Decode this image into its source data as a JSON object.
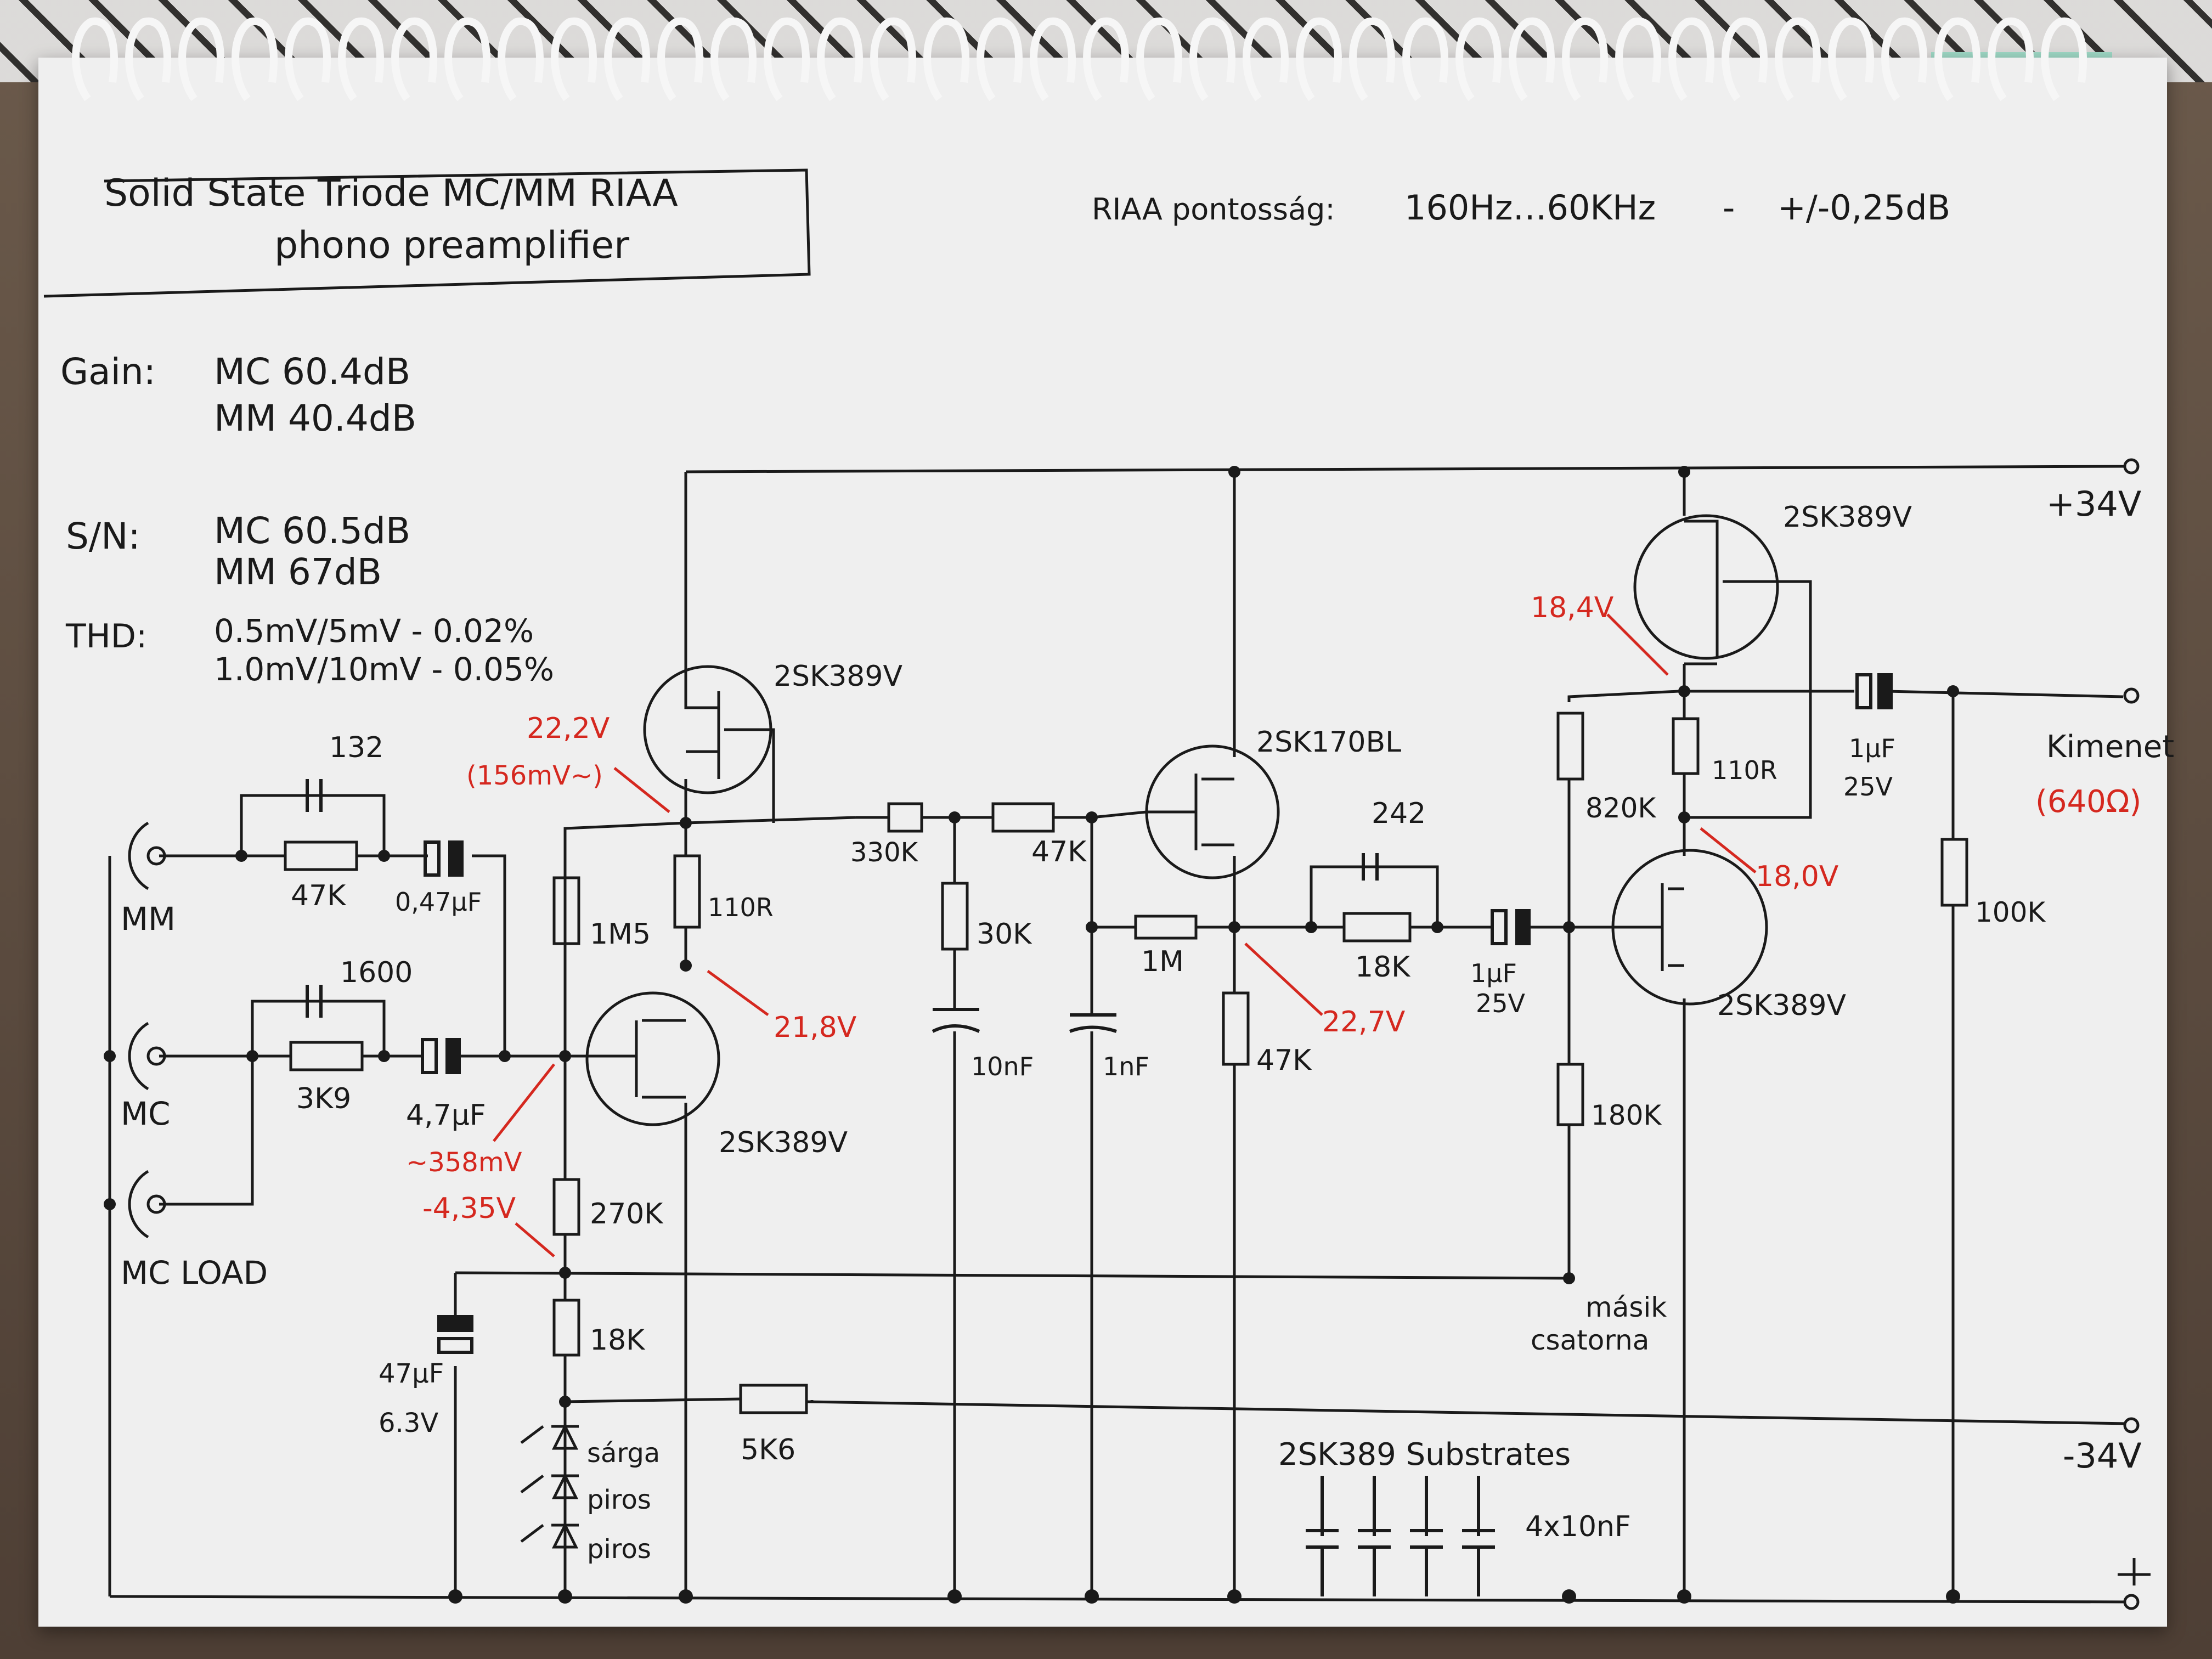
{
  "title": {
    "line1": "Solid State Triode MC/MM RIAA",
    "line2": "phono preamplifier"
  },
  "riaa": {
    "label": "RIAA pontosság:",
    "range": "160Hz…60KHz",
    "dash": "-",
    "tolerance": "+/-0,25dB"
  },
  "specs": {
    "gain_label": "Gain:",
    "gain_mc": "MC  60.4dB",
    "gain_mm": "MM  40.4dB",
    "sn_label": "S/N:",
    "sn_mc": "MC  60.5dB",
    "sn_mm": "MM  67dB",
    "thd_label": "THD:",
    "thd_1": "0.5mV/5mV - 0.02%",
    "thd_2": "1.0mV/10mV - 0.05%"
  },
  "inputs": {
    "mm": "MM",
    "mc": "MC",
    "mc_load": "MC LOAD"
  },
  "components": {
    "c132": "132",
    "r47k_in": "47K",
    "c047": "0,47µF",
    "c1600": "1600",
    "r3k9": "3K9",
    "c47u": "4,7µF",
    "q1": "2SK389V",
    "q2": "2SK389V",
    "r110_1": "110R",
    "r1m5": "1M5",
    "r270k": "270K",
    "r18k": "18K",
    "r5k6": "5K6",
    "c47u63_a": "47µF",
    "c47u63_b": "6.3V",
    "led1": "sárga",
    "led2": "piros",
    "led3": "piros",
    "r330k": "330K",
    "r30k": "30K",
    "c10n": "10nF",
    "r47k_b": "47K",
    "c1n": "1nF",
    "q3": "2SK170BL",
    "r1m": "1M",
    "r47k_c": "47K",
    "c242": "242",
    "r18k_b": "18K",
    "c1u_a": "1µF",
    "c1u_a2": "25V",
    "r820k": "820K",
    "r180k": "180K",
    "q4": "2SK389V",
    "q5": "2SK389V",
    "r110_2": "110R",
    "c1u_b": "1µF",
    "c1u_b2": "25V",
    "r100k": "100K",
    "other_channel_1": "másik",
    "other_channel_2": "csatorna",
    "substrates": "2SK389 Substrates",
    "caps4": "4x10nF"
  },
  "rails": {
    "pos": "+34V",
    "neg": "-34V"
  },
  "output": {
    "label": "Kimenet",
    "impedance": "(640Ω)"
  },
  "voltages": {
    "v1": "22,2V",
    "v1b": "(156mV~)",
    "v2": "21,8V",
    "v3": "~358mV",
    "v4": "-4,35V",
    "v5": "22,7V",
    "v6": "18,4V",
    "v7": "18,0V"
  },
  "colors": {
    "ink": "#1a1a1a",
    "annotation": "#d5281f",
    "paper": "#efefef"
  }
}
